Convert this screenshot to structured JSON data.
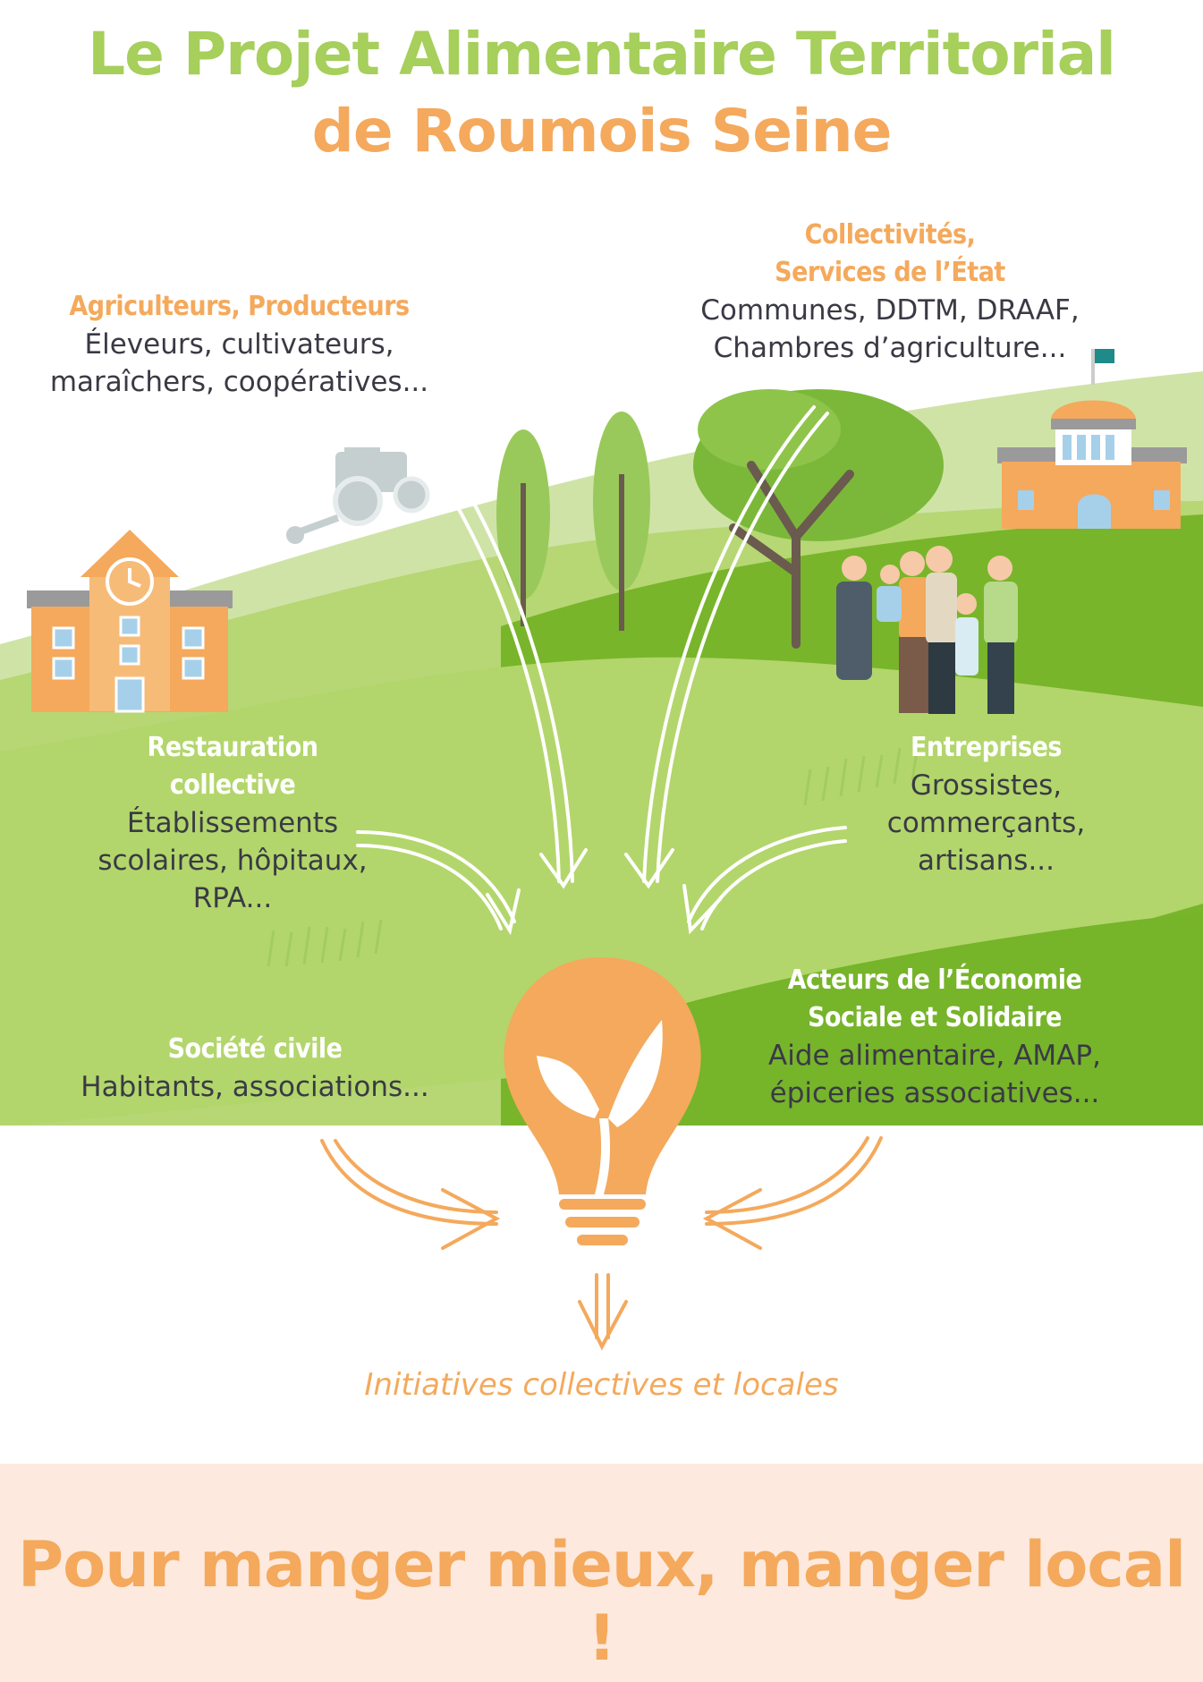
{
  "colors": {
    "title_green": "#a6cf5b",
    "accent_orange": "#f4a95c",
    "hill_light": "#b6d774",
    "hill_mid": "#8fc344",
    "hill_dark": "#78b52a",
    "hill_back": "#cfe3a7",
    "text_dark": "#3a3a45",
    "footer_band": "#fde9de"
  },
  "title": {
    "line1": "Le Projet Alimentaire Territorial",
    "line2": "de Roumois Seine"
  },
  "actors": {
    "producers": {
      "head": "Agriculteurs, Producteurs",
      "line1": "Éleveurs, cultivateurs,",
      "line2": "maraîchers, coopératives..."
    },
    "public": {
      "head1": "Collectivités,",
      "head2": "Services de l’État",
      "line1": "Communes, DDTM, DRAAF,",
      "line2": "Chambres d’agriculture..."
    },
    "catering": {
      "head1": "Restauration",
      "head2": "collective",
      "line1": "Établissements",
      "line2": "scolaires, hôpitaux,",
      "line3": "RPA..."
    },
    "companies": {
      "head": "Entreprises",
      "line1": "Grossistes,",
      "line2": "commerçants,",
      "line3": "artisans..."
    },
    "civil": {
      "head": "Société civile",
      "line1": "Habitants, associations..."
    },
    "ess": {
      "head1": "Acteurs de l’Économie",
      "head2": "Sociale et Solidaire",
      "line1": "Aide alimentaire, AMAP,",
      "line2": "épiceries associatives..."
    }
  },
  "icons": [
    "tractor-icon",
    "school-icon",
    "town-hall-icon",
    "tree-icon",
    "family-icon",
    "lightbulb-icon",
    "sprout-icon",
    "arrow-icon"
  ],
  "outcome": "Initiatives collectives et locales",
  "slogan": "Pour manger mieux, manger local !"
}
